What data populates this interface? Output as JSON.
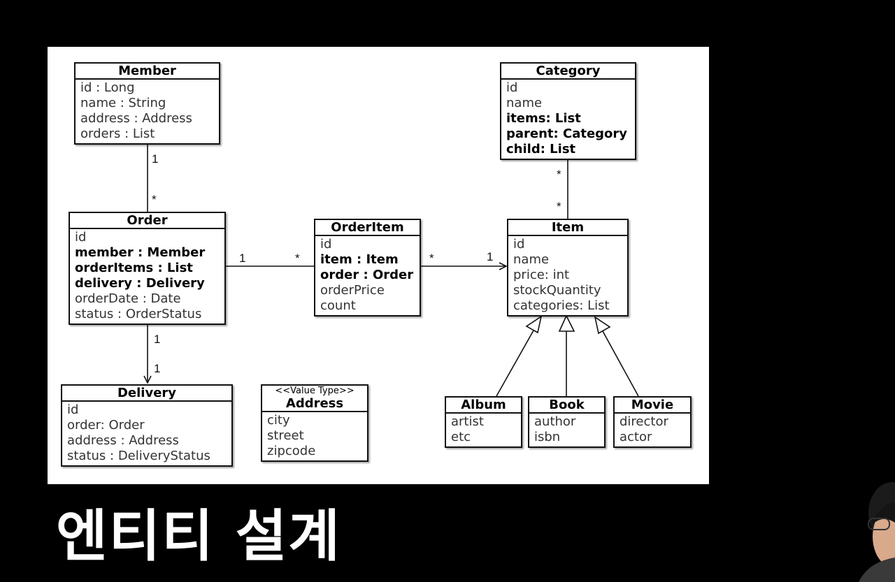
{
  "slide_title": "엔티티 설계",
  "classes": {
    "member": {
      "name": "Member",
      "attrs": [
        "id : Long",
        "name : String",
        "address : Address",
        "orders : List"
      ]
    },
    "order": {
      "name": "Order",
      "attrs": [
        "id",
        "member : Member",
        "orderItems : List",
        "delivery : Delivery",
        "orderDate : Date",
        "status : OrderStatus"
      ]
    },
    "orderitem": {
      "name": "OrderItem",
      "attrs": [
        "id",
        "item : Item",
        "order : Order",
        "orderPrice",
        "count"
      ]
    },
    "item": {
      "name": "Item",
      "attrs": [
        "id",
        "name",
        "price: int",
        "stockQuantity",
        "categories: List"
      ]
    },
    "category": {
      "name": "Category",
      "attrs": [
        "id",
        "name",
        "items: List",
        "parent: Category",
        "child: List"
      ]
    },
    "delivery": {
      "name": "Delivery",
      "attrs": [
        "id",
        "order: Order",
        "address : Address",
        "status : DeliveryStatus"
      ]
    },
    "address": {
      "stereotype": "<<Value Type>>",
      "name": "Address",
      "attrs": [
        "city",
        "street",
        "zipcode"
      ]
    },
    "album": {
      "name": "Album",
      "attrs": [
        "artist",
        "etc"
      ]
    },
    "book": {
      "name": "Book",
      "attrs": [
        "author",
        "isbn"
      ]
    },
    "movie": {
      "name": "Movie",
      "attrs": [
        "director",
        "actor"
      ]
    }
  },
  "multiplicities": {
    "member_order_member_end": "1",
    "member_order_order_end": "*",
    "order_orderitem_order_end": "1",
    "order_orderitem_orderitem_end": "*",
    "orderitem_item_orderitem_end": "*",
    "orderitem_item_item_end": "1",
    "category_item_category_end": "*",
    "category_item_item_end": "*",
    "order_delivery_order_end": "1",
    "order_delivery_delivery_end": "1"
  }
}
